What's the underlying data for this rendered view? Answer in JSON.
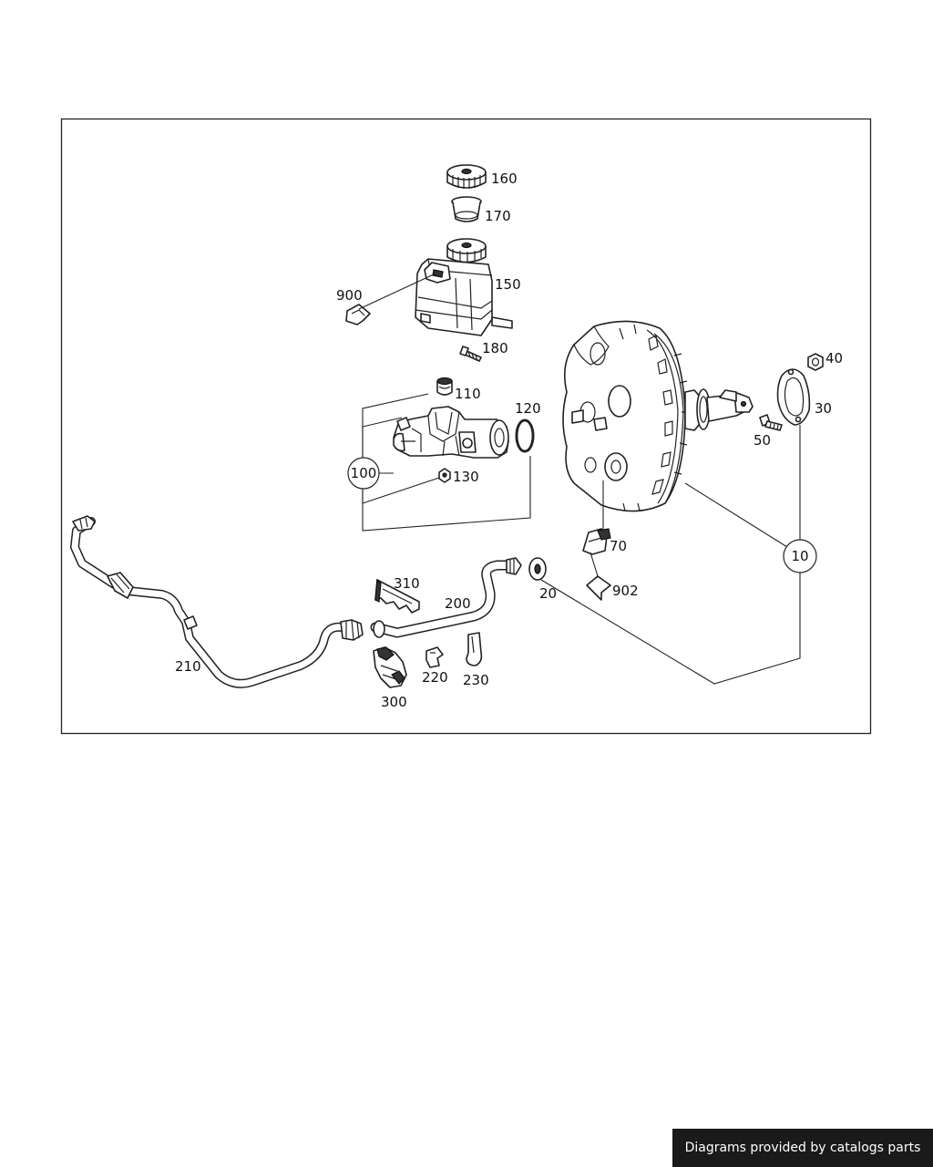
{
  "diagram": {
    "labels": {
      "p160": "160",
      "p170": "170",
      "p150": "150",
      "p900": "900",
      "p180": "180",
      "p110": "110",
      "p120": "120",
      "p100": "100",
      "p130": "130",
      "p40": "40",
      "p30": "30",
      "p50": "50",
      "p10": "10",
      "p70": "70",
      "p902": "902",
      "p20": "20",
      "p310": "310",
      "p200": "200",
      "p210": "210",
      "p220": "220",
      "p230": "230",
      "p300": "300"
    }
  },
  "footer": {
    "credit": "Diagrams provided by catalogs parts",
    "background_color": "#1a1a1a",
    "text_color": "#ffffff"
  }
}
